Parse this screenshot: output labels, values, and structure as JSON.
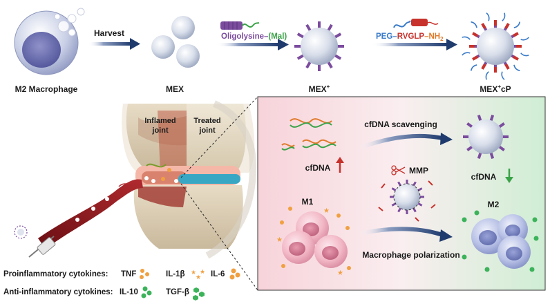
{
  "top_row": {
    "stages": [
      {
        "label": "M2 Macrophage"
      },
      {
        "label": "MEX"
      },
      {
        "label": "MEX",
        "sup": "+"
      },
      {
        "label": "MEX",
        "sup": "+",
        "suffix": "cP"
      }
    ],
    "arrow1_label": "Harvest",
    "arrow2_label": {
      "part1": "Oligolysine–",
      "part2": "(Mal)"
    },
    "arrow3_label": {
      "peg": "PEG–",
      "rvglp": "RVGLP",
      "nh": "–NH",
      "sub": "2"
    }
  },
  "joint": {
    "inflamed_label": [
      "Inflamed",
      "joint"
    ],
    "treated_label": [
      "Treated",
      "joint"
    ]
  },
  "panel": {
    "cfdna_scavenging": "cfDNA scavenging",
    "cfdna_left": "cfDNA",
    "cfdna_right": "cfDNA",
    "mmp": "MMP",
    "m1": "M1",
    "m2": "M2",
    "macrophage_polarization": "Macrophage polarization"
  },
  "legend": {
    "pro_title": "Proinflammatory cytokines:",
    "anti_title": "Anti-inflammatory cytokines:",
    "items": [
      "TNF",
      "IL-1β",
      "IL-6",
      "IL-10",
      "TGF-β"
    ]
  },
  "colors": {
    "purple": "#7b4c9e",
    "red_pep": "#c8322c",
    "peg_blue": "#3a7bc8",
    "arrow_navy": "#1f3b6e",
    "pro_orange": "#f0a040",
    "anti_green": "#3cb35a",
    "panel_pink": "#f9d9de",
    "panel_green": "#d9f0dc"
  }
}
